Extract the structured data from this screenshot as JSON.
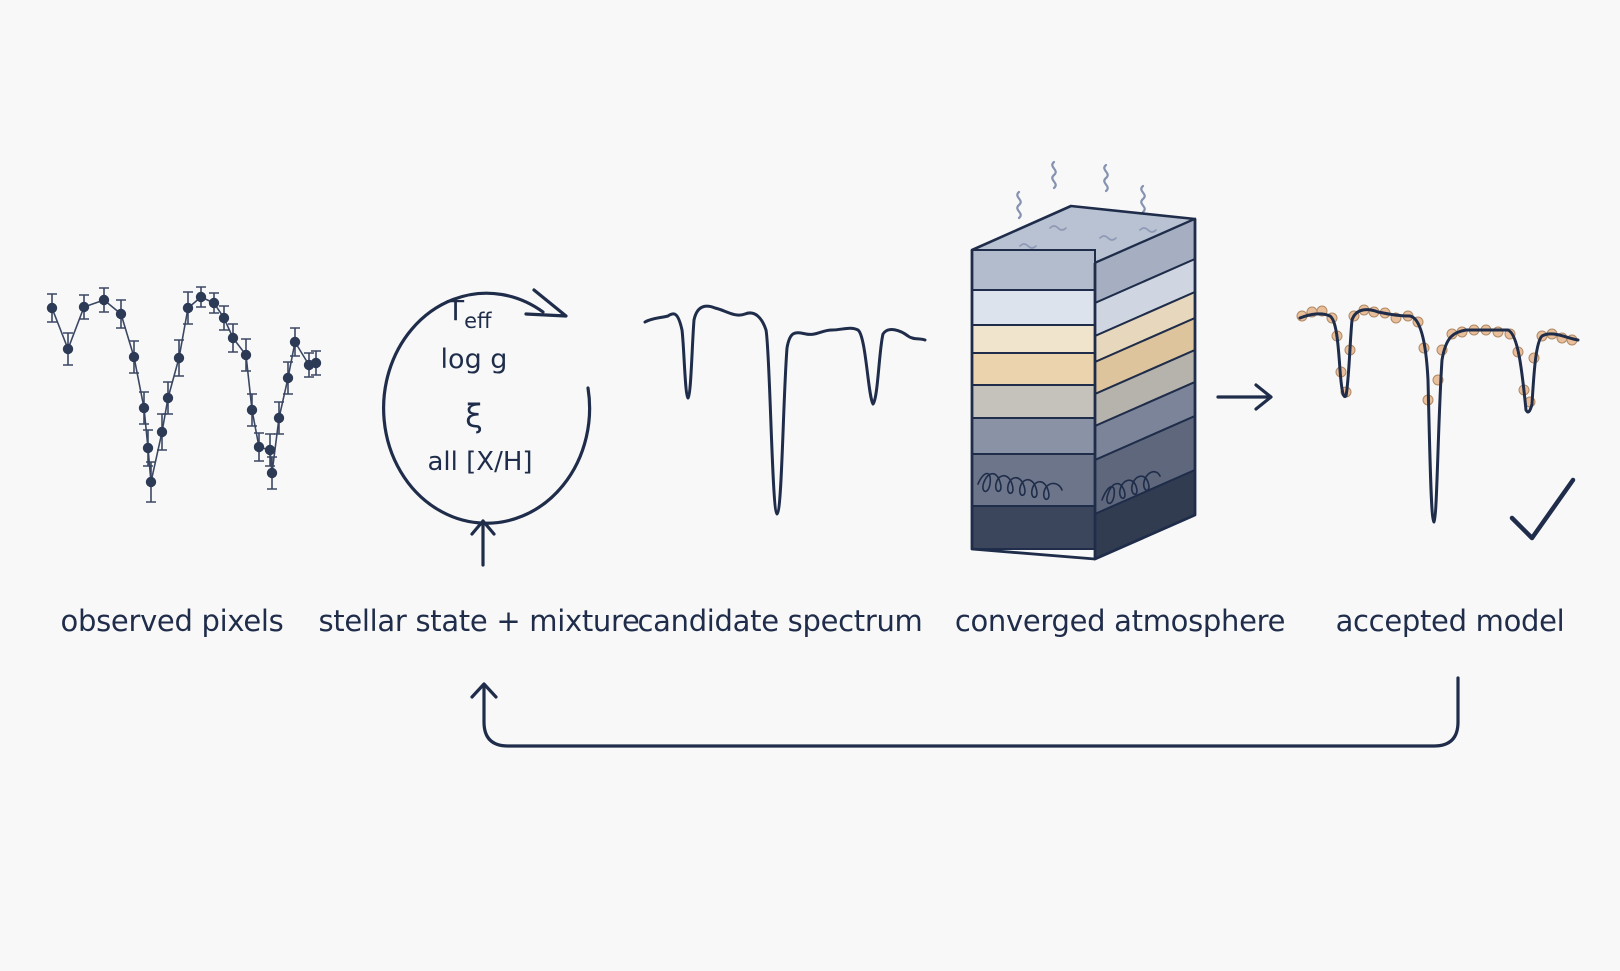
{
  "stages": [
    {
      "id": "observed",
      "label": "observed pixels"
    },
    {
      "id": "state",
      "label": "stellar state + mixture"
    },
    {
      "id": "candidate",
      "label": "candidate spectrum"
    },
    {
      "id": "atmosphere",
      "label": "converged atmosphere"
    },
    {
      "id": "accepted",
      "label": "accepted model"
    }
  ],
  "parameters": {
    "teff_main": "T",
    "teff_sub": "eff",
    "logg": "log g",
    "xi": "ξ",
    "abundances": "all [X/H]"
  },
  "colors": {
    "ink": "#1f2d4a",
    "background": "#f8f8f9",
    "dot_fill": "#2c3a55",
    "fit_points": "#e8bf9a",
    "check": "#1f2d4a"
  },
  "icons": {
    "loop": "circular-arrow-icon",
    "accept": "checkmark-icon",
    "heat": "heat-wave-icon"
  }
}
